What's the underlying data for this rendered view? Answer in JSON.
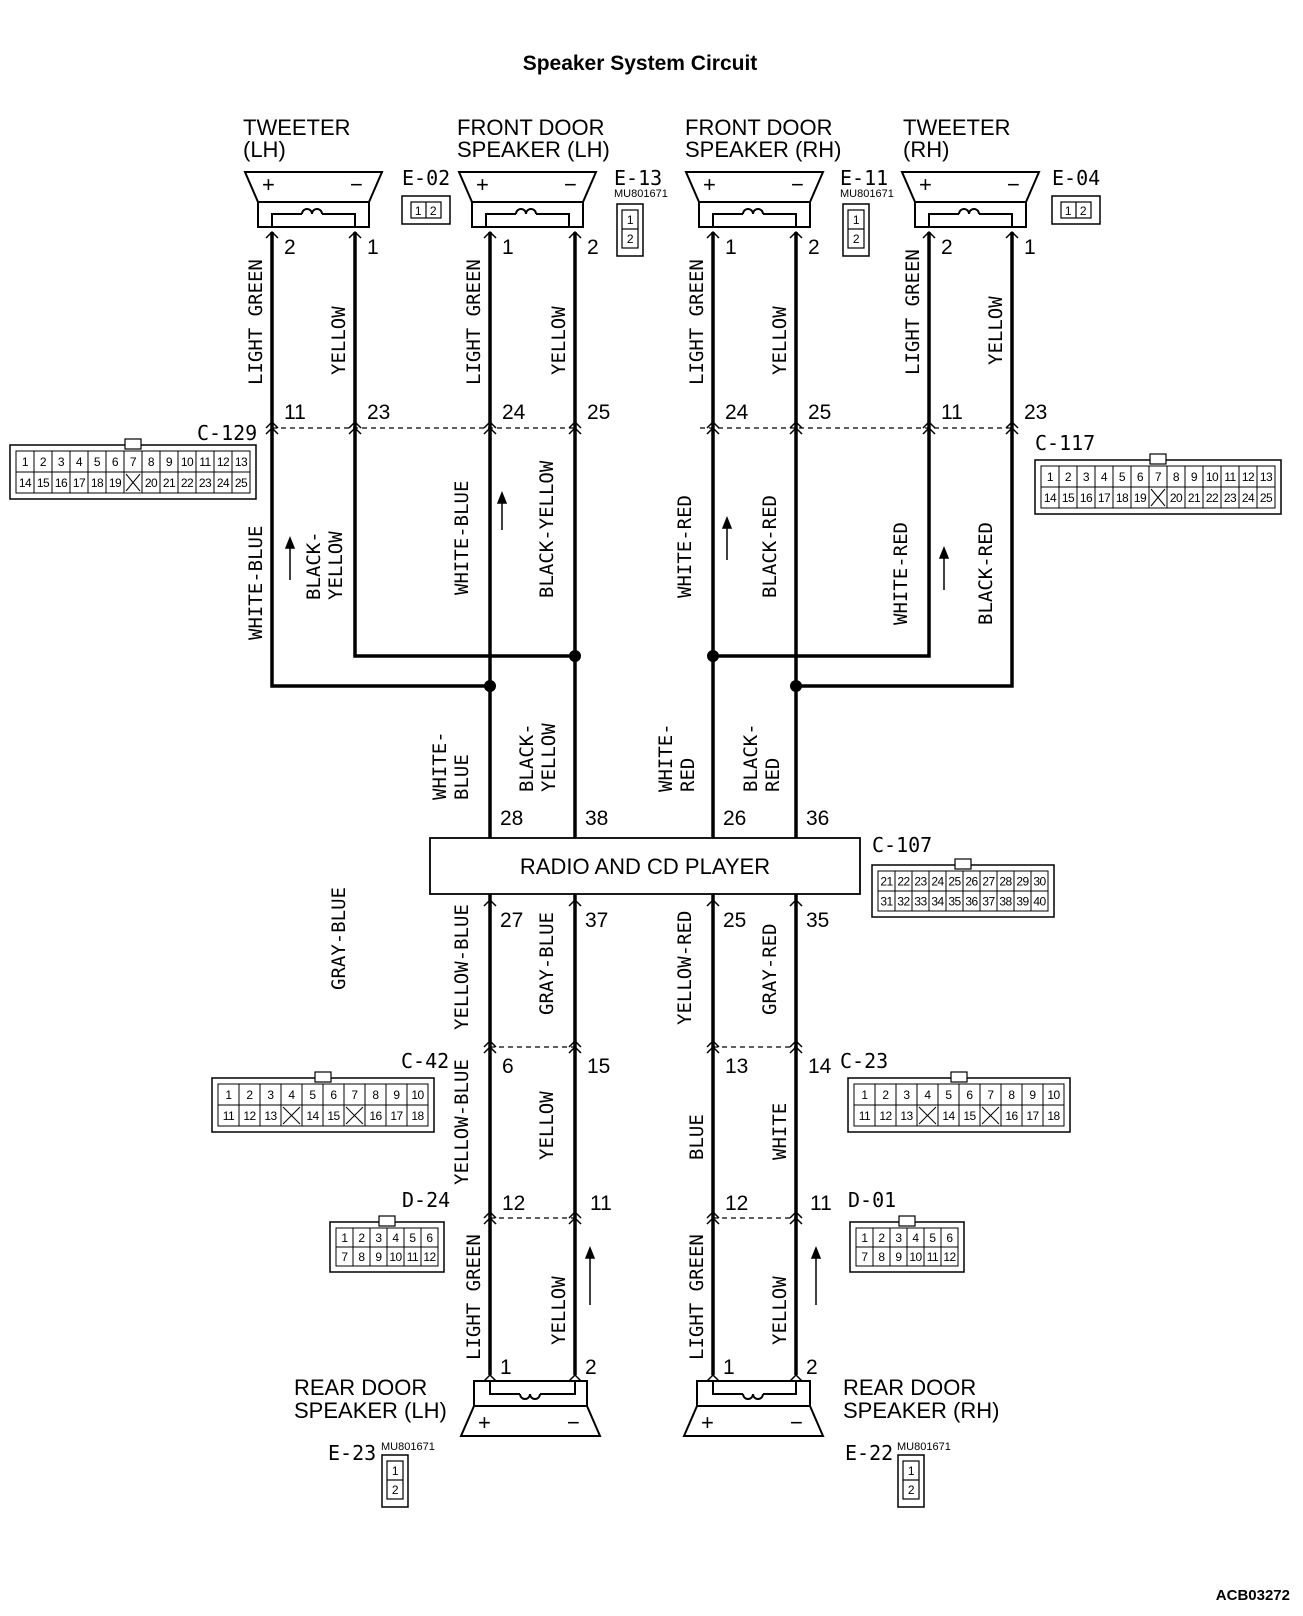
{
  "title": "Speaker System Circuit",
  "figure_code": "ACB03272",
  "part_code": "MU801671",
  "head_unit": {
    "label": "RADIO AND CD PLAYER",
    "connector": "C-107"
  },
  "speakers": {
    "tweeter_lh": {
      "line1": "TWEETER",
      "line2": "(LH)",
      "connector": "E-02",
      "pin_a": "2",
      "pin_b": "1"
    },
    "front_lh": {
      "line1": "FRONT DOOR",
      "line2": "SPEAKER (LH)",
      "connector": "E-13",
      "pin_a": "1",
      "pin_b": "2"
    },
    "front_rh": {
      "line1": "FRONT DOOR",
      "line2": "SPEAKER (RH)",
      "connector": "E-11",
      "pin_a": "1",
      "pin_b": "2"
    },
    "tweeter_rh": {
      "line1": "TWEETER",
      "line2": "(RH)",
      "connector": "E-04",
      "pin_a": "2",
      "pin_b": "1"
    },
    "rear_lh": {
      "line1": "REAR DOOR",
      "line2": "SPEAKER (LH)",
      "connector": "E-23",
      "pin_a": "1",
      "pin_b": "2"
    },
    "rear_rh": {
      "line1": "REAR DOOR",
      "line2": "SPEAKER (RH)",
      "connector": "E-22",
      "pin_a": "1",
      "pin_b": "2"
    }
  },
  "symbols": {
    "plus": "+",
    "minus": "−"
  },
  "connectors": {
    "c129": {
      "name": "C-129",
      "pins": [
        "11",
        "23",
        "24",
        "25"
      ]
    },
    "c117": {
      "name": "C-117",
      "pins": [
        "24",
        "25",
        "11",
        "23"
      ]
    },
    "c42": {
      "name": "C-42",
      "pins": [
        "6",
        "15"
      ]
    },
    "c23": {
      "name": "C-23",
      "pins": [
        "13",
        "14"
      ]
    },
    "d24": {
      "name": "D-24",
      "pins": [
        "12",
        "11"
      ]
    },
    "d01": {
      "name": "D-01",
      "pins": [
        "12",
        "11"
      ]
    }
  },
  "radio_pins": {
    "top": [
      "28",
      "38",
      "26",
      "36"
    ],
    "bottom": [
      "27",
      "37",
      "25",
      "35"
    ]
  },
  "wire_colors": {
    "light_green": "LIGHT GREEN",
    "yellow": "YELLOW",
    "white_blue": "WHITE-BLUE",
    "white_blue_split": [
      "WHITE-",
      "BLUE"
    ],
    "black_yellow": "BLACK-YELLOW",
    "black_yellow_split": [
      "BLACK-",
      "YELLOW"
    ],
    "white_red": "WHITE-RED",
    "white_red_split": [
      "WHITE-",
      "RED"
    ],
    "black_red": "BLACK-RED",
    "black_red_split": [
      "BLACK-",
      "RED"
    ],
    "yellow_blue": "YELLOW-BLUE",
    "gray_blue": "GRAY-BLUE",
    "yellow_red": "YELLOW-RED",
    "gray_red": "GRAY-RED",
    "blue": "BLUE",
    "white": "WHITE"
  },
  "connector_faces": {
    "c129_row1": [
      "1",
      "2",
      "3",
      "4",
      "5",
      "6",
      "7",
      "8",
      "9",
      "10",
      "11",
      "12",
      "13"
    ],
    "c129_row2": [
      "14",
      "15",
      "16",
      "17",
      "18",
      "19",
      "",
      "20",
      "21",
      "22",
      "23",
      "24",
      "25"
    ],
    "c107_row1": [
      "21",
      "22",
      "23",
      "24",
      "25",
      "26",
      "27",
      "28",
      "29",
      "30"
    ],
    "c107_row2": [
      "31",
      "32",
      "33",
      "34",
      "35",
      "36",
      "37",
      "38",
      "39",
      "40"
    ],
    "c42_row1": [
      "1",
      "2",
      "3",
      "4",
      "5",
      "6",
      "7",
      "8",
      "9",
      "10"
    ],
    "c42_row2": [
      "11",
      "12",
      "13",
      "",
      "14",
      "15",
      "",
      "16",
      "17",
      "18"
    ],
    "d24_row1": [
      "1",
      "2",
      "3",
      "4",
      "5",
      "6"
    ],
    "d24_row2": [
      "7",
      "8",
      "9",
      "10",
      "11",
      "12"
    ],
    "e02": [
      "1",
      "2"
    ],
    "e13": [
      "1",
      "2"
    ]
  }
}
